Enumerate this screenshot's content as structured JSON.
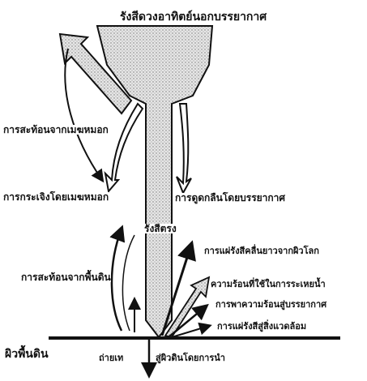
{
  "diagram": {
    "title": "รังสีดวงอาทิตย์นอกบรรยากาศ",
    "labels": {
      "cloud_reflection": "การสะท้อนจากเมฆหมอก",
      "cloud_scattering": "การกระเจิงโดยเมฆหมอก",
      "atmos_absorption": "การดูดกลืนโดยบรรยากาศ",
      "direct_radiation": "รังสีตรง",
      "ground_reflection": "การสะท้อนจากพื้นดิน",
      "longwave_emission": "การแผ่รังสีคลื่นยาวจากผิวโลก",
      "evaporation_heat": "ความร้อนที่ใช้ในการระเหยน้ำ",
      "heat_to_atmosphere": "การพาความร้อนสู่บรรยากาศ",
      "radiation_to_surroundings": "การแผ่รังสีสู่สิ่งแวดล้อม",
      "ground_surface": "ผิวพื้นดิน",
      "transfer": "ถ่ายเท",
      "conduction_into_ground": "สู่ผิวดินโดยการนำ"
    },
    "colors": {
      "ink": "#111111",
      "fill": "#d9d9d9",
      "background": "#ffffff"
    }
  }
}
